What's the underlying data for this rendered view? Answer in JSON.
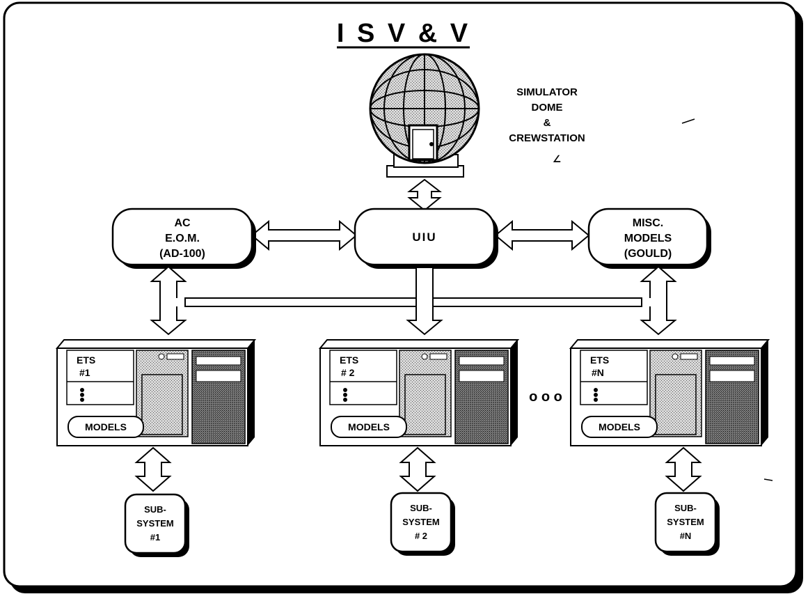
{
  "title": "I S V & V",
  "dome": {
    "label_lines": [
      "SIMULATOR",
      "DOME",
      "&",
      "CREWSTATION"
    ],
    "mark": "∠"
  },
  "boxes": {
    "ac": {
      "lines": [
        "AC",
        "E.O.M.",
        "(AD-100)"
      ]
    },
    "uiu": {
      "lines": [
        "UIU"
      ]
    },
    "misc": {
      "lines": [
        "MISC.",
        "MODELS",
        "(GOULD)"
      ]
    }
  },
  "ets": [
    {
      "lines": [
        "ETS",
        "#1"
      ],
      "models": "MODELS"
    },
    {
      "lines": [
        "ETS",
        "# 2"
      ],
      "models": "MODELS"
    },
    {
      "lines": [
        "ETS",
        "#N"
      ],
      "models": "MODELS"
    }
  ],
  "ellipsis": "o o o",
  "subsystems": [
    {
      "lines": [
        "SUB-",
        "SYSTEM",
        "#1"
      ]
    },
    {
      "lines": [
        "SUB-",
        "SYSTEM",
        "# 2"
      ]
    },
    {
      "lines": [
        "SUB-",
        "SYSTEM",
        "#N"
      ]
    }
  ]
}
